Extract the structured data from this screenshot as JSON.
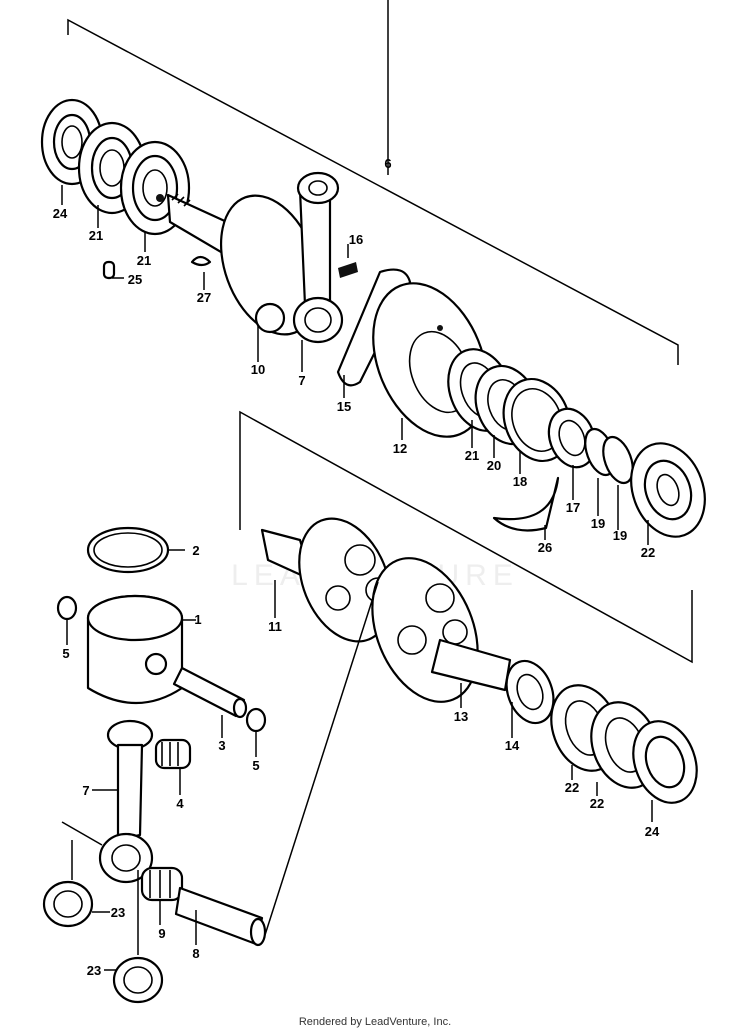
{
  "watermark": "LEADVENTURE",
  "footer": "Rendered by LeadVenture, Inc.",
  "callouts": {
    "c1": "1",
    "c2": "2",
    "c3": "3",
    "c4": "4",
    "c5a": "5",
    "c5b": "5",
    "c6": "6",
    "c7a": "7",
    "c7b": "7",
    "c8": "8",
    "c9": "9",
    "c10": "10",
    "c11": "11",
    "c12": "12",
    "c13": "13",
    "c14": "14",
    "c15": "15",
    "c16": "16",
    "c17": "17",
    "c18": "18",
    "c19a": "19",
    "c19b": "19",
    "c20": "20",
    "c21a": "21",
    "c21b": "21",
    "c21c": "21",
    "c22a": "22",
    "c22b": "22",
    "c22c": "22",
    "c23a": "23",
    "c23b": "23",
    "c24a": "24",
    "c24b": "24",
    "c25": "25",
    "c26": "26",
    "c27": "27"
  }
}
